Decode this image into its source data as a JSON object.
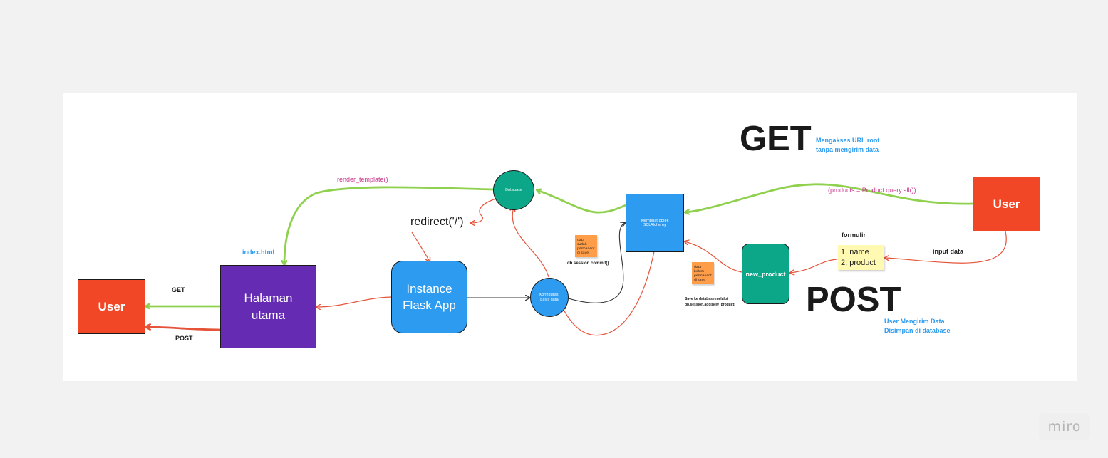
{
  "nodes": {
    "user_left": "User",
    "user_right": "User",
    "halaman": "Halaman utama",
    "flask": "Instance Flask App",
    "database": "Database",
    "konfigurasi": "Konfigurasi basis data",
    "sqlalchemy": "Membuat objek SQLAlchemy",
    "new_product": "new_product"
  },
  "stickies": {
    "permanent": "data sudah\npermanent\ndi save",
    "not_permanent": "data belum\npermanent\ndi save",
    "formulir_items": [
      "1. name",
      "2. product"
    ]
  },
  "labels": {
    "render_template": "render_template()",
    "index_html": "index.html",
    "redirect": "redirect('/')",
    "get_arrow": "GET",
    "post_arrow": "POST",
    "commit": "db.session.commit()",
    "save_line1": "Save ke database melalui",
    "save_line2": "db.session.add(new_product)",
    "query": "(products = Product.query.all())",
    "formulir": "formulir",
    "input_data": "input data"
  },
  "get_section": {
    "title": "GET",
    "desc_line1": "Mengakses URL root",
    "desc_line2": "tanpa mengirim data"
  },
  "post_section": {
    "title": "POST",
    "desc_line1": "User Mengirim Data",
    "desc_line2": "Disimpan di database"
  },
  "watermark": "miro",
  "colors": {
    "get_arrow": "#8fd14f",
    "post_arrow": "#e5543a",
    "user": "#f24726",
    "halaman": "#652cb3",
    "blue": "#2d9bf0",
    "green": "#0ca789"
  }
}
